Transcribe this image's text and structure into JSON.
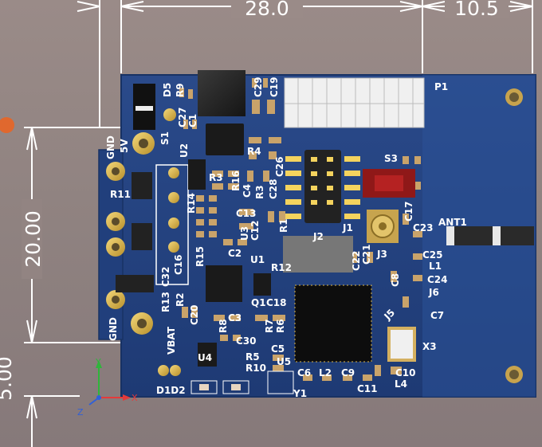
{
  "dimensions": {
    "top_width": "28.0",
    "top_right": "10.5",
    "left_height": "20.00",
    "left_offset": "5.00"
  },
  "labels": {
    "gnd_top": "GND",
    "v5": "5V",
    "gnd_bottom": "GND",
    "vbat": "VBAT",
    "p1": "P1",
    "s3": "S3",
    "j1": "J1",
    "j2": "J2",
    "j3": "J3",
    "j5": "J5",
    "ant1": "ANT1",
    "x3": "X3",
    "y1": "Y1",
    "s1": "S1",
    "d5": "D5",
    "d1d2": "D1D2",
    "u1": "U1",
    "u2": "U2",
    "u3": "U3",
    "u4": "U4",
    "u5": "U5",
    "q1": "Q1",
    "r1": "R1",
    "r2": "R2",
    "r3": "R3",
    "r4": "R4",
    "r5": "R5",
    "r6": "R6",
    "r7": "R7",
    "r8": "R8",
    "r9": "R9",
    "r10": "R10",
    "r11": "R11",
    "r12": "R12",
    "r13": "R13",
    "r14": "R14",
    "r15": "R15",
    "r16": "R16",
    "c1": "C1",
    "c2": "C2",
    "c3": "C3",
    "c4": "C4",
    "c5": "C5",
    "c6": "C6",
    "c7": "C7",
    "c8": "C8",
    "c9": "C9",
    "c10": "C10",
    "c11": "C11",
    "c12": "C12",
    "c13": "C13",
    "c16": "C16",
    "c17": "C17",
    "c18": "C18",
    "c19": "C19",
    "c20": "C20",
    "c21": "C21",
    "c22": "C22",
    "c23": "C23",
    "c24": "C24",
    "c25": "C25",
    "c26": "C26",
    "c27": "C27",
    "c28": "C28",
    "c29": "C29",
    "c30": "C30",
    "c32": "C32",
    "l1": "L1",
    "l2": "L2",
    "l4": "L4",
    "j6": "J6"
  },
  "axes": {
    "x": "X",
    "y": "Y",
    "z": "Z"
  },
  "colors": {
    "board": "#1f3d7a",
    "board_edge": "#2c4f93",
    "silk": "#ffffff",
    "gold": "#d9b44a",
    "background": "#8f8280"
  }
}
